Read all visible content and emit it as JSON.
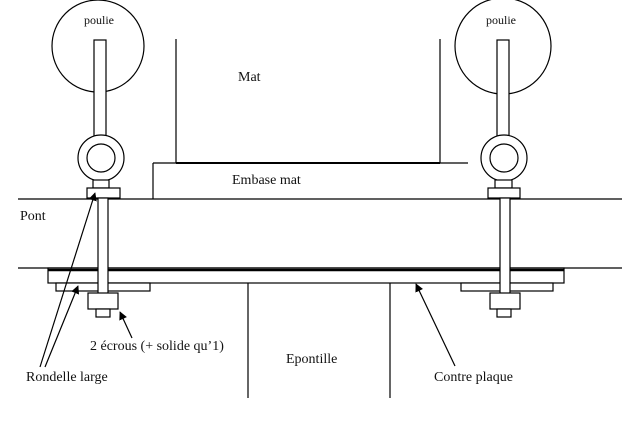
{
  "labels": {
    "poulie_left": "poulie",
    "poulie_right": "poulie",
    "mat": "Mat",
    "embase": "Embase mat",
    "pont": "Pont",
    "ecrous": "2 écrous (+ solide qu’1)",
    "rondelle": "Rondelle large",
    "epontille": "Epontille",
    "contre_plaque": "Contre plaque"
  },
  "colors": {
    "stroke": "#000000",
    "fill": "#ffffff"
  }
}
